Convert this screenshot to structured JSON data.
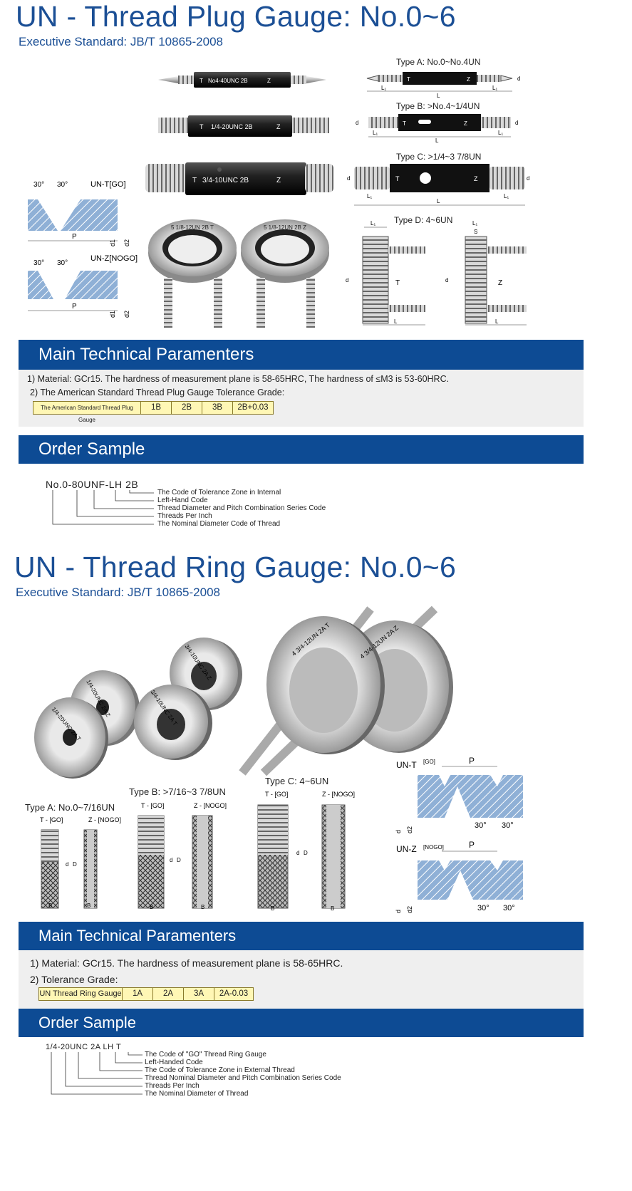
{
  "plug": {
    "title": "UN - Thread Plug Gauge: No.0~6",
    "standard": "Executive Standard: JB/T 10865-2008",
    "gauge_labels": {
      "g1": "No4-40UNC  2B",
      "g2": "1/4-20UNC  2B",
      "g3": "3/4-10UNC  2B",
      "ring1": "5 1/8-12UN 2B T",
      "ring2": "5 1/8-12UN 2B Z",
      "t": "T",
      "z": "Z"
    },
    "types": {
      "a": "Type A:  No.0~No.4UN",
      "b": "Type B: >No.4~1/4UN",
      "c": "Type C: >1/4~3 7/8UN",
      "d": "Type D: 4~6UN"
    },
    "dims": {
      "L": "L",
      "L1": "L₁",
      "d": "d",
      "S": "S",
      "T": "T",
      "Z": "Z"
    },
    "profile": {
      "go": "UN-T[GO]",
      "nogo": "UN-Z[NOGO]",
      "angle": "30°",
      "P": "P",
      "d1": "d1",
      "d2": "d2"
    },
    "tech": {
      "heading": "Main Technical Paramenters",
      "line1": "1) Material: GCr15. The hardness of measurement plane is 58-65HRC, The hardness of ≤M3 is 53-60HRC.",
      "line2": "2)  The American Standard Thread Plug Gauge Tolerance Grade:",
      "grade_label": "The American Standard Thread Plug Gauge",
      "grades": [
        "1B",
        "2B",
        "3B",
        "2B+0.03"
      ]
    },
    "order": {
      "heading": "Order Sample",
      "code_parts": [
        "No.0-80",
        "UNF",
        "-",
        "LH",
        "2B"
      ],
      "explanations": [
        "The Code of Tolerance Zone in Internal",
        "Left-Hand Code",
        "Thread Diameter and Pitch Combination Series Code",
        "Threads Per Inch",
        "The Nominal Diameter Code of Thread"
      ]
    }
  },
  "ring": {
    "title": "UN - Thread Ring Gauge: No.0~6",
    "standard": "Executive Standard: JB/T 10865-2008",
    "ring_labels": {
      "a_go": "1/4-20UNC 2A T",
      "a_nogo": "1/4-20UNC 2A Z",
      "b_go": "3/4-10UNC 2A T",
      "b_nogo": "3/4-10UNC 2A Z",
      "c_go": "4 3/4-12UN 2A T",
      "c_nogo": "4 3/4-12UN 2A Z"
    },
    "types": {
      "a": "Type A:  No.0~7/16UN",
      "b": "Type B: >7/16~3 7/8UN",
      "c": "Type C: 4~6UN"
    },
    "col_go": "T - [GO]",
    "col_nogo": "Z - [NOGO]",
    "dims": {
      "B": "B",
      "d": "d",
      "D": "D"
    },
    "profile": {
      "go": "UN-T",
      "go_sup": "[GO]",
      "nogo": "UN-Z",
      "nogo_sup": "[NOGO]",
      "P": "P",
      "angle": "30°",
      "d": "d",
      "d2": "d2"
    },
    "tech": {
      "heading": "Main Technical Paramenters",
      "line1": "1) Material: GCr15. The hardness of measurement plane is 58-65HRC.",
      "line2": "2) Tolerance Grade:",
      "grade_label": "UN Thread Ring Gauge",
      "grades": [
        "1A",
        "2A",
        "3A",
        "2A-0.03"
      ]
    },
    "order": {
      "heading": "Order Sample",
      "code_parts": [
        "1/4-20",
        "UNC",
        "2A",
        "LH",
        "T"
      ],
      "explanations": [
        "The Code of \"GO\" Thread Ring Gauge",
        "Left-Handed Code",
        "The Code of Tolerance Zone in External Thread",
        "Thread Nominal Diameter and Pitch Combination Series Code",
        "Threads Per Inch",
        "The Nominal Diameter of Thread"
      ]
    }
  },
  "colors": {
    "title_blue": "#1b4f95",
    "banner_blue": "#0d4b94",
    "panel_gray": "#efefef",
    "grade_yellow": "#fff7b5",
    "profile_fill": "#8fb0d6"
  }
}
